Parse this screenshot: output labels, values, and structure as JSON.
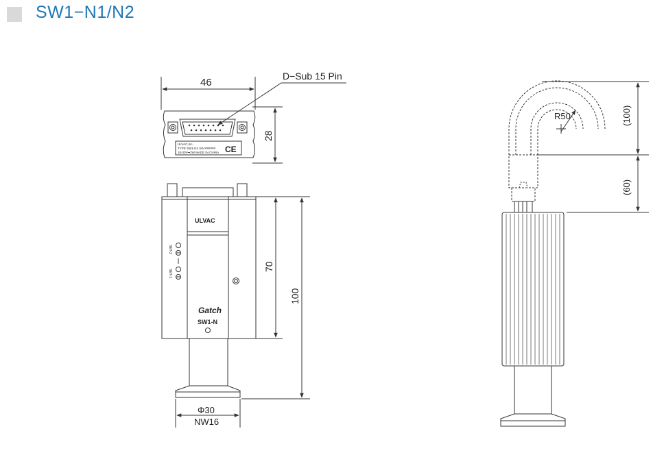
{
  "page": {
    "title": "SW1−N1/N2"
  },
  "top_view": {
    "width_dim": "46",
    "height_dim": "28",
    "connector_label": "D−Sub 15 Pin",
    "label_line1": "ULVAC,Inc.",
    "label_line2": "TYPE SW1-N1 S/N:######",
    "label_line3": "18-30V⎓2W MADE IN CHINA",
    "ce_mark": "CE"
  },
  "front_view": {
    "brand": "ULVAC",
    "product_logo": "Gatch",
    "model": "SW1-N",
    "set_labels": [
      "SET-2",
      "SET-1"
    ],
    "height_70": "70",
    "height_100": "100",
    "flange_dim_line1": "Φ30",
    "flange_dim_line2": "NW16"
  },
  "side_view": {
    "radius_label": "R50",
    "dim_upper": "(100)",
    "dim_lower": "(60)"
  },
  "colors": {
    "title": "#1f78b4",
    "line": "#333333"
  }
}
